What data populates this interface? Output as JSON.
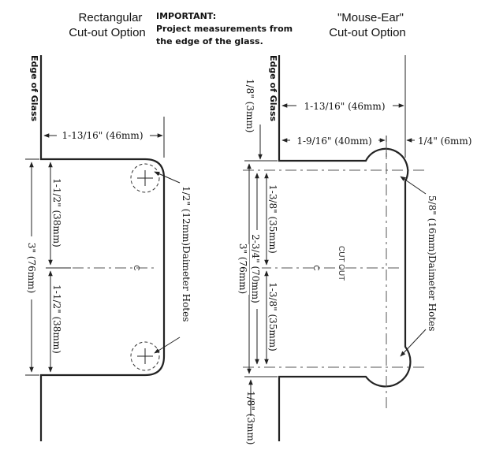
{
  "left": {
    "title_line1": "Rectangular",
    "title_line2": "Cut-out Option",
    "edge_label": "Edge of Glass",
    "dim_width": "1-13/16\" (46mm)",
    "dim_half_top": "1-1/2\" (38mm)",
    "dim_half_bottom": "1-1/2\" (38mm)",
    "dim_total": "3\" (76mm)",
    "hole_label": "1/2\" (12mm)Daimeter Hotes",
    "centerline": "C"
  },
  "note": {
    "heading": "IMPORTANT:",
    "line1": "Project measurements from",
    "line2": "the edge of the glass."
  },
  "right": {
    "title_line1": "\"Mouse-Ear\"",
    "title_line2": "Cut-out Option",
    "edge_label": "Edge of Glass",
    "dim_width": "1-13/16\" (46mm)",
    "dim_inner": "1-9/16\" (40mm)",
    "dim_ear": "1/4\" (6mm)",
    "dim_offset_top": "1/8\" (3mm)",
    "dim_offset_bottom": "1/8\" (3mm)",
    "dim_half_top": "1-3/8\" (35mm)",
    "dim_half_bottom": "1-3/8\" (35mm)",
    "dim_inner_total": "2-3/4\" (70mm)",
    "dim_total": "3\" (76mm)",
    "hole_label": "5/8\" (16mm)Daimeter Hotes",
    "cutout_label": "CUT OUT",
    "centerline": "C"
  }
}
